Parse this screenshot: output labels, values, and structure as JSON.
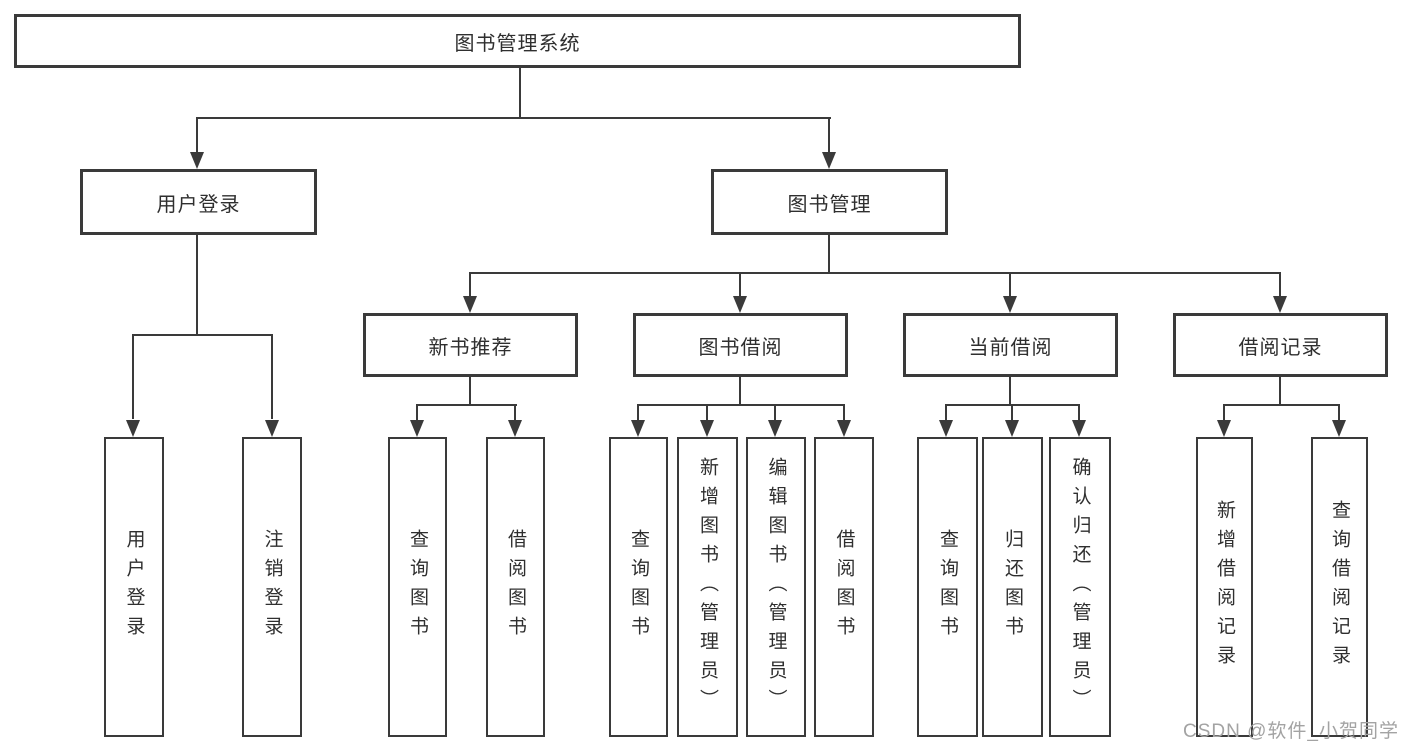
{
  "diagram_title": "图书管理系统",
  "tree": {
    "label": "图书管理系统",
    "children": [
      {
        "label": "用户登录",
        "children": [
          {
            "label": "用户登录"
          },
          {
            "label": "注销登录"
          }
        ]
      },
      {
        "label": "图书管理",
        "children": [
          {
            "label": "新书推荐",
            "children": [
              {
                "label": "查询图书"
              },
              {
                "label": "借阅图书"
              }
            ]
          },
          {
            "label": "图书借阅",
            "children": [
              {
                "label": "查询图书"
              },
              {
                "label": "新增图书（管理员）"
              },
              {
                "label": "编辑图书（管理员）"
              },
              {
                "label": "借阅图书"
              }
            ]
          },
          {
            "label": "当前借阅",
            "children": [
              {
                "label": "查询图书"
              },
              {
                "label": "归还图书"
              },
              {
                "label": "确认归还（管理员）"
              }
            ]
          },
          {
            "label": "借阅记录",
            "children": [
              {
                "label": "新增借阅记录"
              },
              {
                "label": "查询借阅记录"
              }
            ]
          }
        ]
      }
    ]
  },
  "watermark": "CSDN @软件_小贺同学",
  "colors": {
    "line": "#3a3a3a",
    "box_border": "#3a3a3a",
    "text": "#2f2f2f",
    "watermark": "#a3a3a3",
    "background": "#ffffff"
  }
}
